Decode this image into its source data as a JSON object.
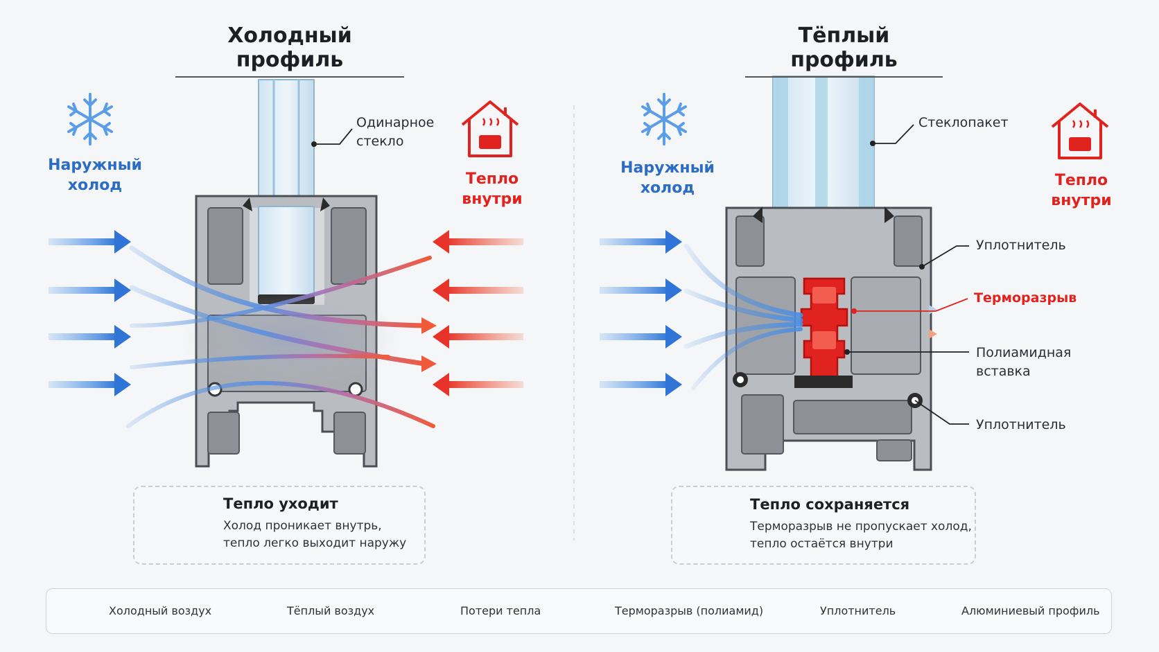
{
  "left": {
    "title": "Холодный профиль",
    "outside": {
      "line1": "Наружный",
      "line2": "холод"
    },
    "inside": {
      "line1": "Тепло",
      "line2": "внутри"
    },
    "glass_label": {
      "line1": "Одинарное",
      "line2": "стекло"
    },
    "info": {
      "title": "Тепло уходит",
      "line1": "Холод проникает внутрь,",
      "line2": "тепло легко выходит наружу"
    }
  },
  "right": {
    "title": "Тёплый профиль",
    "outside": {
      "line1": "Наружный",
      "line2": "холод"
    },
    "inside": {
      "line1": "Тепло",
      "line2": "внутри"
    },
    "labels": {
      "glass_unit": "Стеклопакет",
      "seal_top": "Уплотнитель",
      "thermal_break": "Терморазрыв",
      "polyamide_1": "Полиамидная",
      "polyamide_2": "вставка",
      "seal_bottom": "Уплотнитель"
    },
    "info": {
      "title": "Тепло сохраняется",
      "line1": "Терморазрыв не пропускает холод,",
      "line2": "тепло остаётся внутри"
    }
  },
  "legend": [
    {
      "label": "Холодный воздух",
      "icon": "blue-arrow",
      "color": "#2f7ad9"
    },
    {
      "label": "Тёплый воздух",
      "icon": "red-arrow",
      "color": "#e8332a"
    },
    {
      "label": "Потери тепла",
      "icon": "gradient-arrow",
      "color": "#7a5fb0"
    },
    {
      "label": "Терморазрыв (полиамид)",
      "icon": "red-swatch",
      "color": "#e0231e"
    },
    {
      "label": "Уплотнитель",
      "icon": "black-swatch",
      "color": "#2b2b2b"
    },
    {
      "label": "Алюминиевый профиль",
      "icon": "gray-swatch",
      "color": "#a9abaf"
    }
  ],
  "colors": {
    "cold": "#2f7ad9",
    "warm": "#e8332a",
    "aluminum": "#a9abaf",
    "seal": "#2b2b2b",
    "break": "#e0231e"
  }
}
